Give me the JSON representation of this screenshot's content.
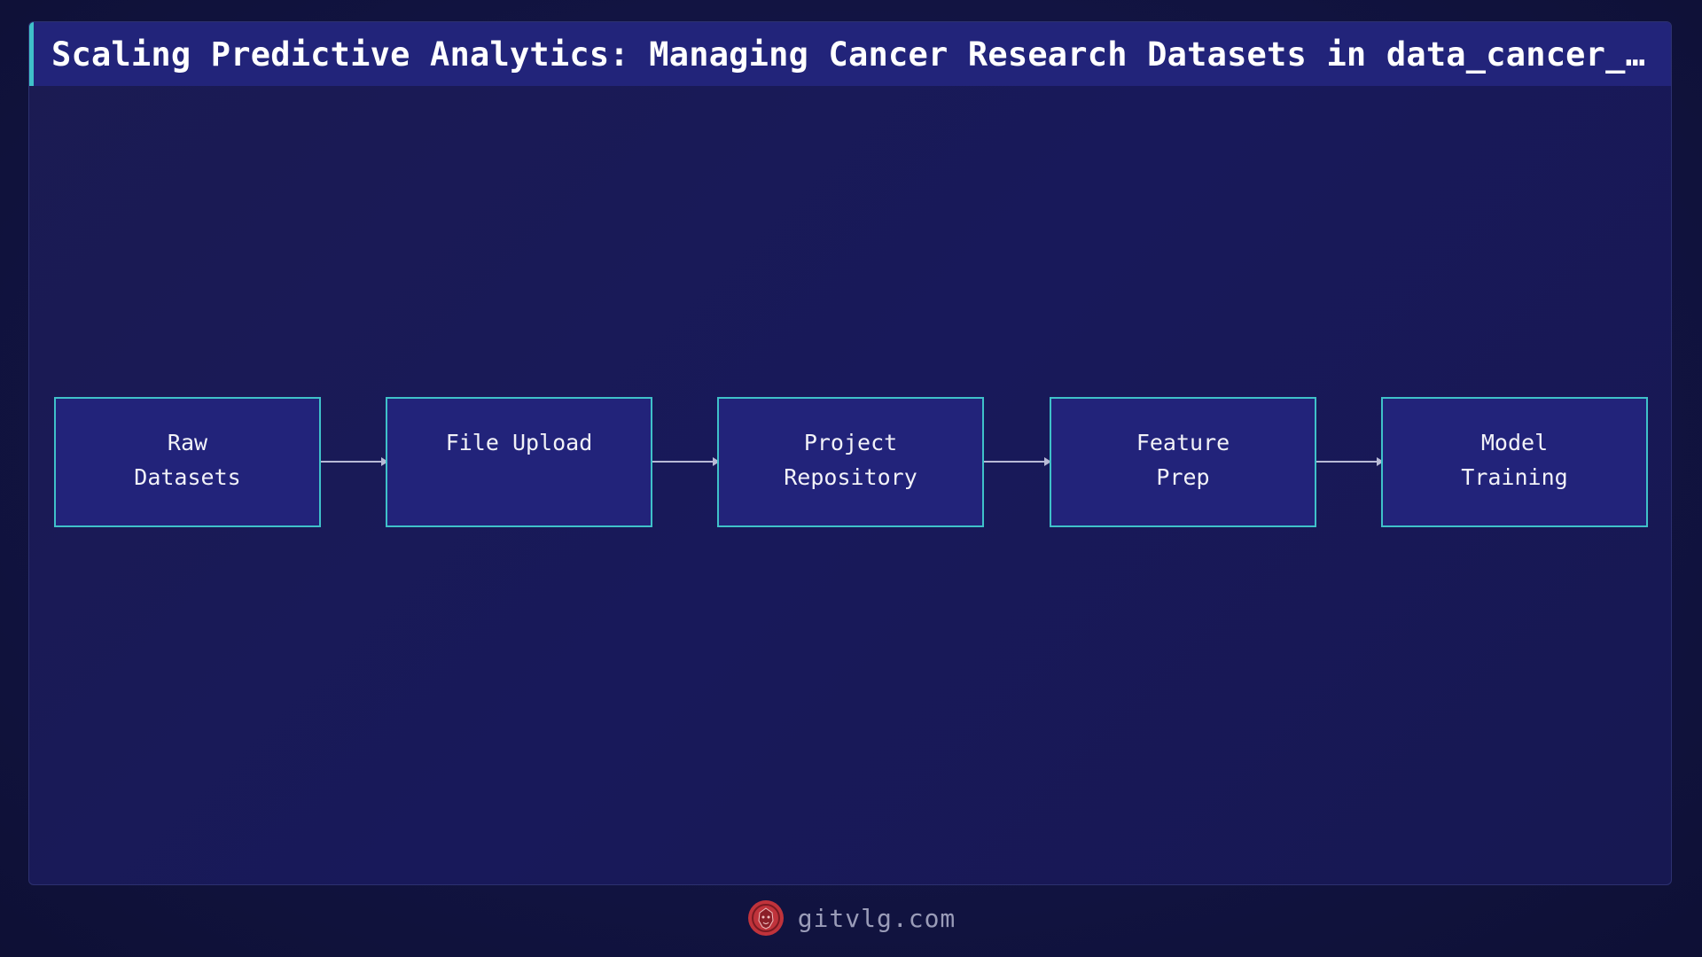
{
  "title": "Scaling Predictive Analytics: Managing Cancer Research Datasets in data_cancer_…",
  "colors": {
    "background": "#121443",
    "title_bar": "#22247a",
    "accent": "#3fc1c9",
    "node_fill": "#22237a",
    "arrow": "#b8bad6",
    "logo": "#c0333b"
  },
  "nodes": [
    {
      "label": "Raw\nDatasets"
    },
    {
      "label": "File Upload"
    },
    {
      "label": "Project\nRepository"
    },
    {
      "label": "Feature\nPrep"
    },
    {
      "label": "Model\nTraining"
    }
  ],
  "footer": {
    "logo_icon": "lion-logo-icon",
    "site": "gitvlg.com"
  }
}
